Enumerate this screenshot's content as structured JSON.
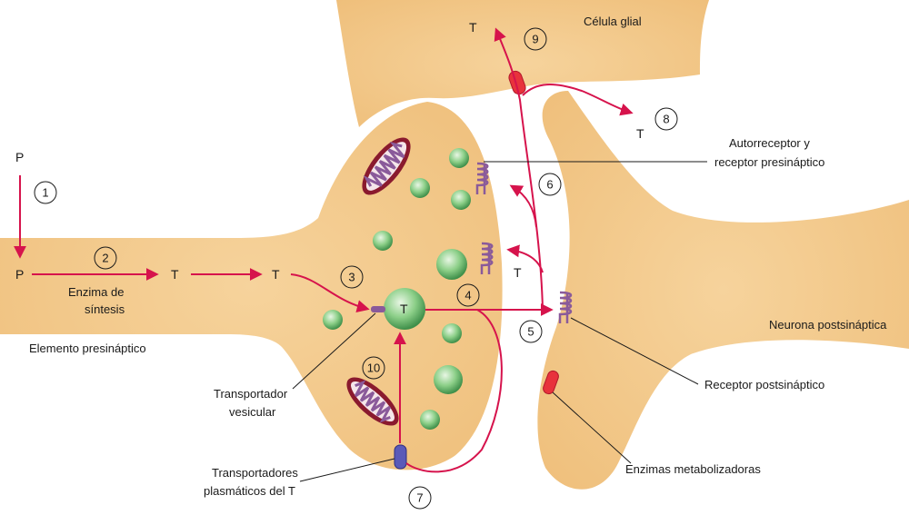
{
  "labels": {
    "glial_cell": "Célula glial",
    "presynaptic_element": "Elemento presináptico",
    "postsynaptic_neuron": "Neurona postsináptica",
    "synthesis_enzyme_line1": "Enzima de",
    "synthesis_enzyme_line2": "síntesis",
    "autoreceptor_line1": "Autorreceptor y",
    "autoreceptor_line2": "receptor presináptico",
    "postsynaptic_receptor": "Receptor postsináptico",
    "vesicular_transporter_line1": "Transportador",
    "vesicular_transporter_line2": "vesicular",
    "plasma_transporters_line1": "Transportadores",
    "plasma_transporters_line2": "plasmáticos del T",
    "metabolizing_enzymes": "Enzimas metabolizadoras"
  },
  "letters": {
    "precursor_top": "P",
    "precursor": "P",
    "transmitter_1": "T",
    "transmitter_2": "T",
    "transmitter_vesicle": "T",
    "transmitter_cleft": "T",
    "transmitter_glia": "T",
    "transmitter_diffuse": "T"
  },
  "steps": [
    "1",
    "2",
    "3",
    "4",
    "5",
    "6",
    "7",
    "8",
    "9",
    "10"
  ],
  "colors": {
    "cell_fill": "#f3c98b",
    "arrow": "#d6134c",
    "vesicle": "#7dc07d",
    "mitochondria": "#8a1a2e",
    "receptor": "#8a5a9a",
    "transporter": "#5a5ab8"
  }
}
